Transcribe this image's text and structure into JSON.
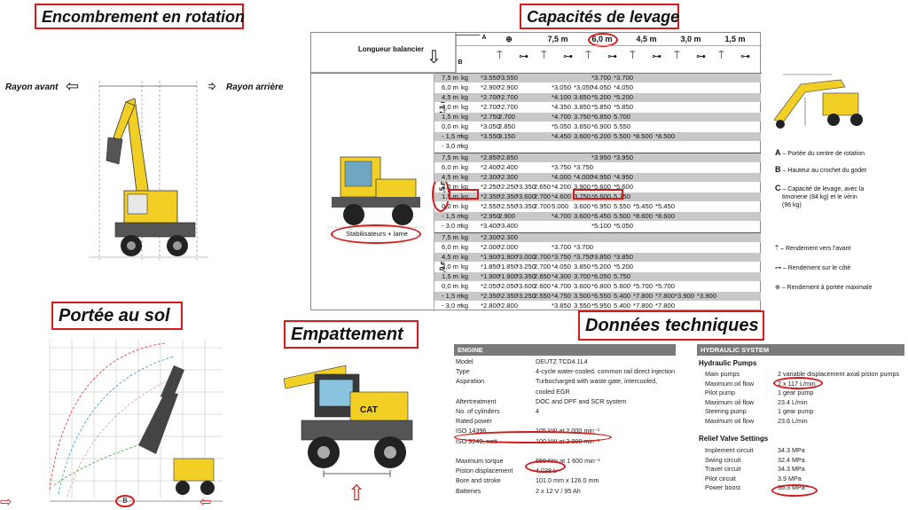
{
  "titles": {
    "rotation": "Encombrement en rotation",
    "capacities": "Capacités de levage",
    "ground": "Portée au sol",
    "wheelbase": "Empattement",
    "technical": "Données techniques"
  },
  "rotation": {
    "front": "Rayon avant",
    "rear": "Rayon arrière"
  },
  "ground": {
    "b_label": "B"
  },
  "capacity": {
    "boom_label": "Longueur balancier",
    "a_label": "A",
    "b_label": "B",
    "radius_headers": [
      "",
      "7,5 m",
      "6,0 m",
      "4,5 m",
      "3,0 m",
      "1,5 m"
    ],
    "arm_labels": [
      "2,1 m",
      "2,5 m",
      "3,0 m"
    ],
    "machine_caption": "Stabilisateurs + lame",
    "groups": [
      {
        "rows": [
          [
            "7,5 m",
            "kg",
            "*3.550",
            "*3.550",
            "",
            "",
            "",
            "",
            "*3.700",
            "*3.700",
            "",
            "",
            "",
            ""
          ],
          [
            "6,0 m",
            "kg",
            "*2.900",
            "*2.900",
            "",
            "",
            "*3.050",
            "*3.050",
            "*4.050",
            "*4.050",
            "",
            "",
            "",
            ""
          ],
          [
            "4,5 m",
            "kg",
            "*2.700",
            "*2.700",
            "",
            "",
            "*4.100",
            "3.650",
            "*5.200",
            "*5.200",
            "",
            "",
            "",
            ""
          ],
          [
            "3,0 m",
            "kg",
            "*2.700",
            "*2.700",
            "",
            "",
            "*4.350",
            "3.850",
            "*5.850",
            "*5.850",
            "",
            "",
            "",
            ""
          ],
          [
            "1,5 m",
            "kg",
            "*2.750",
            "2.700",
            "",
            "",
            "*4.700",
            "3.750",
            "*6.850",
            "5.700",
            "",
            "",
            "",
            ""
          ],
          [
            "0,0 m",
            "kg",
            "*3.050",
            "2.850",
            "",
            "",
            "*5.050",
            "3.650",
            "*6.900",
            "5.550",
            "",
            "",
            "",
            ""
          ],
          [
            "- 1,5 m",
            "kg",
            "*3.550",
            "3.150",
            "",
            "",
            "*4.450",
            "3.600",
            "*6.200",
            "5.500",
            "*8.500",
            "*8.500",
            "",
            ""
          ],
          [
            "- 3,0 m",
            "kg",
            "",
            "",
            "",
            "",
            "",
            "",
            "",
            "",
            "",
            "",
            "",
            ""
          ]
        ]
      },
      {
        "rows": [
          [
            "7,5 m",
            "kg",
            "*2.850",
            "*2.850",
            "",
            "",
            "",
            "",
            "*3.950",
            "*3.950",
            "",
            "",
            "",
            ""
          ],
          [
            "6,0 m",
            "kg",
            "*2.400",
            "*2.400",
            "",
            "",
            "*3.750",
            "*3.750",
            "",
            "",
            "",
            "",
            "",
            ""
          ],
          [
            "4,5 m",
            "kg",
            "*2.300",
            "*2.300",
            "",
            "",
            "*4.000",
            "*4.000",
            "*4.950",
            "*4.950",
            "",
            "",
            "",
            ""
          ],
          [
            "3,0 m",
            "kg",
            "*2.250",
            "*2.250",
            "*3.350",
            "2.650",
            "*4.200",
            "3.900",
            "*5.600",
            "*5.600",
            "",
            "",
            "",
            ""
          ],
          [
            "1,5 m",
            "kg",
            "*2.350",
            "*2.350",
            "*3.600",
            "2.700",
            "*4.600",
            "3.750",
            "*6.600",
            "5.750",
            "",
            "",
            "",
            ""
          ],
          [
            "0,0 m",
            "kg",
            "*2.550",
            "*2.550",
            "*3.350",
            "2.700",
            "5.000",
            "3.600",
            "*6.950",
            "5.550",
            "*5.450",
            "*5.450",
            "",
            ""
          ],
          [
            "- 1,5 m",
            "kg",
            "*2.950",
            "2.900",
            "",
            "",
            "*4.700",
            "3.600",
            "*6.450",
            "5.500",
            "*8.600",
            "*8.600",
            "",
            ""
          ],
          [
            "- 3,0 m",
            "kg",
            "*3.400",
            "*3.400",
            "",
            "",
            "",
            "",
            "*5.100",
            "*5.050",
            "",
            "",
            "",
            ""
          ]
        ]
      },
      {
        "rows": [
          [
            "7,5 m",
            "kg",
            "*2.300",
            "*2.300",
            "",
            "",
            "",
            "",
            "",
            "",
            "",
            "",
            "",
            ""
          ],
          [
            "6,0 m",
            "kg",
            "*2.000",
            "*2.000",
            "",
            "",
            "*3.700",
            "*3.700",
            "",
            "",
            "",
            "",
            "",
            ""
          ],
          [
            "4,5 m",
            "kg",
            "*1.900",
            "*1.900",
            "*3.000",
            "2.700",
            "*3.750",
            "*3.750",
            "*3.850",
            "*3.850",
            "",
            "",
            "",
            ""
          ],
          [
            "3,0 m",
            "kg",
            "*1.850",
            "*1.850",
            "*3.250",
            "2.700",
            "*4.050",
            "3.850",
            "*5.200",
            "*5.200",
            "",
            "",
            "",
            ""
          ],
          [
            "1,5 m",
            "kg",
            "*1.900",
            "*1.900",
            "*3.350",
            "2.650",
            "*4.300",
            "3.700",
            "*6.050",
            "5.750",
            "",
            "",
            "",
            ""
          ],
          [
            "0,0 m",
            "kg",
            "*2.050",
            "*2.050",
            "*3.600",
            "2.600",
            "*4.700",
            "3.600",
            "*6.800",
            "5.600",
            "*5.700",
            "*5.700",
            "",
            ""
          ],
          [
            "- 1,5 m",
            "kg",
            "*2.350",
            "*2.350",
            "*3.250",
            "2.550",
            "*4.750",
            "3.500",
            "*6.550",
            "5.400",
            "*7.800",
            "*7.800",
            "*3.900",
            "*3.900"
          ],
          [
            "- 3,0 m",
            "kg",
            "*2.800",
            "*2.800",
            "",
            "",
            "*3.850",
            "3.550",
            "*5.950",
            "5.400",
            "*7.800",
            "*7.800",
            "",
            ""
          ]
        ]
      }
    ]
  },
  "legend": {
    "a": "A",
    "a_text": "– Portée du centre de rotation",
    "b": "B",
    "b_text": "– Hauteur au crochet du godet",
    "c": "C",
    "c_text_1": "– Capacité de levage, avec la",
    "c_text_2": "timonerie (84 kg) et le vérin",
    "c_text_3": "(96 kg)",
    "front": "– Rendement vers l'avant",
    "side": "– Rendement sur le côté",
    "max": "– Rendement à portée maximale"
  },
  "engine": {
    "header": "ENGINE",
    "rows": [
      [
        "Model",
        "DEUTZ TCD4.1L4"
      ],
      [
        "Type",
        "4-cycle water-cooled, common rail direct injection"
      ],
      [
        "Aspiration",
        "Turbocharged with waste gate, intercooled,"
      ],
      [
        "",
        "cooled EGR"
      ],
      [
        "Aftertreatment",
        "DOC and DPF and SCR system"
      ],
      [
        "No. of cylinders",
        "4"
      ],
      [
        "Rated power",
        ""
      ],
      [
        "ISO 14396",
        "105 kW at 2 000 min⁻¹"
      ],
      [
        "ISO 9249, nett",
        "100 kW at 2 000 min⁻¹"
      ],
      [
        "",
        ""
      ],
      [
        "Maximum torque",
        "650 Nm at 1 600 min⁻¹"
      ],
      [
        "Piston displacement",
        "4.038 L"
      ],
      [
        "Bore and stroke",
        "101.0 mm x 126.0 mm"
      ],
      [
        "Batteries",
        "2 x 12 V / 95 Ah"
      ]
    ]
  },
  "hydraulic": {
    "header": "HYDRAULIC SYSTEM",
    "pumps_title": "Hydraulic Pumps",
    "pumps": [
      [
        "Main pumps",
        "2 variable displacement axial piston pumps"
      ],
      [
        "Maximum oil flow",
        "2 x 117 L/min"
      ],
      [
        "Pilot pump",
        "1 gear pump"
      ],
      [
        "Maximum oil flow",
        "23.4 L/min"
      ],
      [
        "Steering pump",
        "1 gear pump"
      ],
      [
        "Maximum oil flow",
        "23.6 L/min"
      ]
    ],
    "relief_title": "Relief Valve Settings",
    "relief": [
      [
        "Implement circuit",
        "34.3 MPa"
      ],
      [
        "Swing circuit",
        "32.4 MPa"
      ],
      [
        "Travel circuit",
        "34.3 MPa"
      ],
      [
        "Pilot circuit",
        "3.9 MPa"
      ],
      [
        "Power boost",
        "36.3 MPa"
      ]
    ]
  }
}
